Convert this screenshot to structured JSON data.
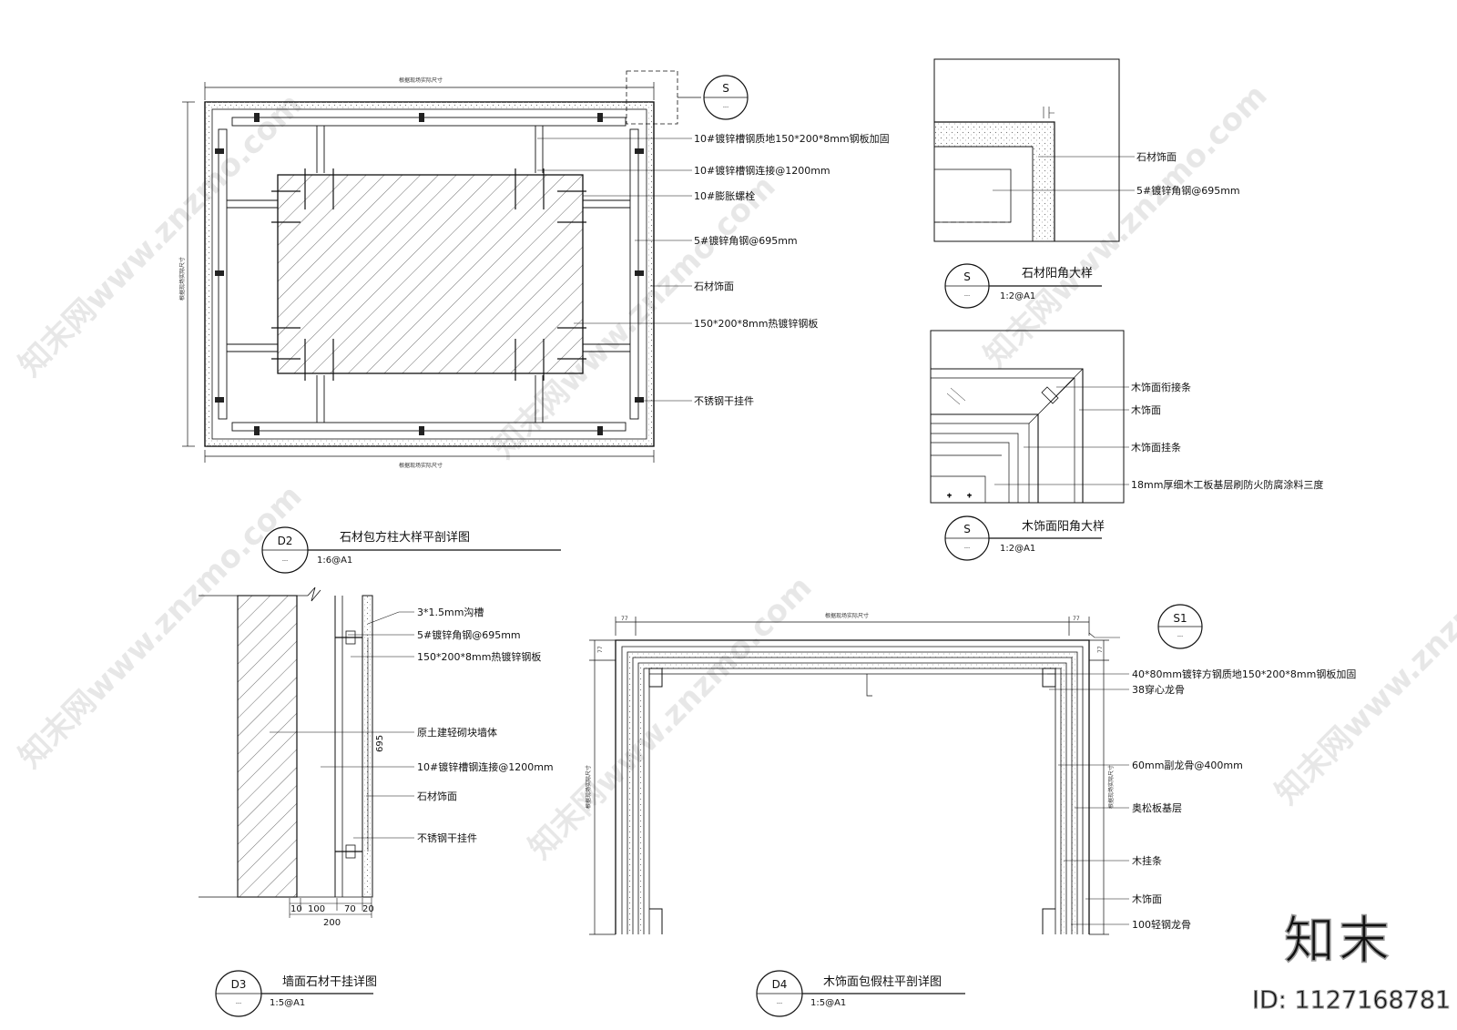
{
  "d2": {
    "id": "D2",
    "sub": "---",
    "title": "石材包方柱大样平剖详图",
    "scale": "1:6@A1",
    "dim_text": "根据现场实际尺寸",
    "section_bubble": {
      "id": "S",
      "sub": "---"
    },
    "labels": [
      "10#镀锌槽钢质地150*200*8mm钢板加固",
      "10#镀锌槽钢连接@1200mm",
      "10#膨胀螺栓",
      "5#镀锌角钢@695mm",
      "石材饰面",
      "150*200*8mm热镀锌钢板",
      "不锈钢干挂件"
    ]
  },
  "s_stone": {
    "id": "S",
    "sub": "---",
    "title": "石材阳角大样",
    "scale": "1:2@A1",
    "labels": [
      "石材饰面",
      "5#镀锌角钢@695mm"
    ]
  },
  "s_wood": {
    "id": "S",
    "sub": "---",
    "title": "木饰面阳角大样",
    "scale": "1:2@A1",
    "labels": [
      "木饰面衔接条",
      "木饰面",
      "木饰面挂条",
      "18mm厚细木工板基层刷防火防腐涂料三度"
    ]
  },
  "d3": {
    "id": "D3",
    "sub": "---",
    "title": "墙面石材干挂详图",
    "scale": "1:5@A1",
    "labels": [
      "3*1.5mm沟槽",
      "5#镀锌角钢@695mm",
      "150*200*8mm热镀锌钢板",
      "原土建轻砌块墙体",
      "10#镀锌槽钢连接@1200mm",
      "石材饰面",
      "不锈钢干挂件"
    ],
    "dims": [
      "10",
      "100",
      "70",
      "20"
    ],
    "total": "200",
    "height": "695"
  },
  "d4": {
    "id": "D4",
    "sub": "---",
    "title": "木饰面包假柱平剖详图",
    "scale": "1:5@A1",
    "dim_text": "根据现场实际尺寸",
    "dim_77": "77",
    "section_bubble": {
      "id": "S1",
      "sub": "---"
    },
    "labels": [
      "40*80mm镀锌方钢质地150*200*8mm钢板加固",
      "38穿心龙骨",
      "60mm副龙骨@400mm",
      "奥松板基层",
      "木挂条",
      "木饰面",
      "100轻钢龙骨"
    ]
  },
  "brand": {
    "logo": "知末",
    "id": "ID: 1127168781",
    "watermark": "知末网www.znzmo.com"
  }
}
